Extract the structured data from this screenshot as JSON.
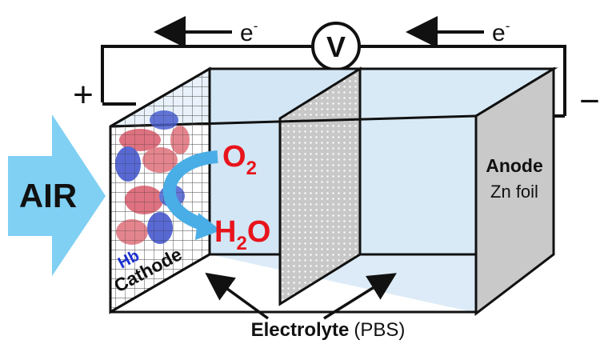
{
  "circuit": {
    "voltmeter_label": "V",
    "electron_left": "e",
    "electron_right": "e",
    "electron_sup": "-",
    "plus_sign": "+",
    "minus_sign": "−"
  },
  "air": {
    "label": "AIR"
  },
  "cathode": {
    "hb_label": "Hb",
    "label": "Cathode"
  },
  "reaction": {
    "o2_base": "O",
    "o2_sub": "2",
    "h2o_h": "H",
    "h2o_sub": "2",
    "h2o_o": "O"
  },
  "anode": {
    "label": "Anode",
    "material": "Zn foil"
  },
  "electrolyte": {
    "label": "Electrolyte",
    "detail": "(PBS)"
  },
  "colors": {
    "air_arrow": "#7fd0f3",
    "electrolyte_fill": "#dcebf7",
    "anode_fill": "#c9c9c9",
    "separator_fill": "#cfcfcf",
    "reaction_text": "#e8141c",
    "hb_text": "#1a2fd1",
    "curve_arrow": "#4aaee6",
    "outline": "#111111"
  }
}
